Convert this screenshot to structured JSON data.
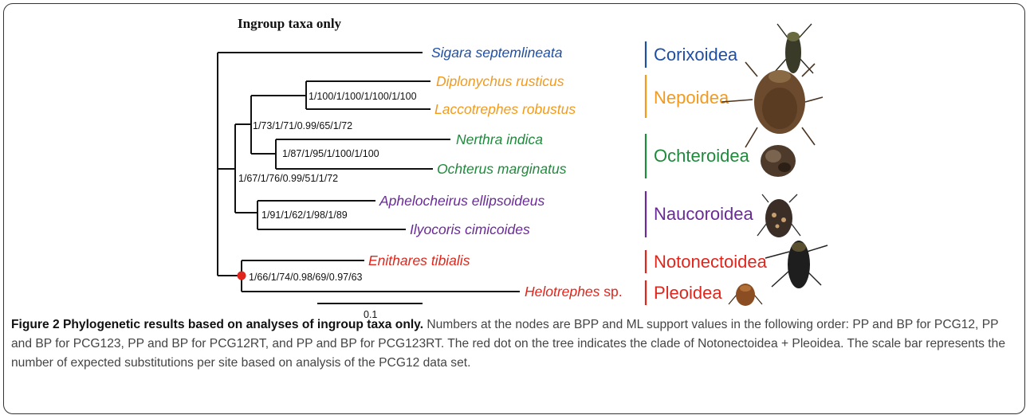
{
  "figure": {
    "panel_title": "Ingroup taxa only",
    "scale_bar_label": "0.1",
    "taxa": [
      {
        "genus": "Sigara",
        "epithet": "septemlineata",
        "color": "#1f4fa3"
      },
      {
        "genus": "Diplonychus",
        "epithet": "rusticus",
        "color": "#f39a1c"
      },
      {
        "genus": "Laccotrephes",
        "epithet": "robustus",
        "color": "#f39a1c"
      },
      {
        "genus": "Nerthra",
        "epithet": "indica",
        "color": "#1f8a3c"
      },
      {
        "genus": "Ochterus",
        "epithet": "marginatus",
        "color": "#1f8a3c"
      },
      {
        "genus": "Aphelocheirus",
        "epithet": "ellipsoideus",
        "color": "#6a2a97"
      },
      {
        "genus": "Ilyocoris",
        "epithet": "cimicoides",
        "color": "#6a2a97"
      },
      {
        "genus": "Enithares",
        "epithet": "tibialis",
        "color": "#e0261c"
      },
      {
        "genus": "Helotrephes",
        "epithet": "sp.",
        "color": "#e0261c"
      }
    ],
    "support_values": [
      "1/100/1/100/1/100/1/100",
      "1/73/1/71/0.99/65/1/72",
      "1/87/1/95/1/100/1/100",
      "1/67/1/76/0.99/51/1/72",
      "1/91/1/62/1/98/1/89",
      "1/66/1/74/0.98/69/0.97/63"
    ],
    "clades": [
      {
        "name": "Corixoidea",
        "color": "#1f4fa3"
      },
      {
        "name": "Nepoidea",
        "color": "#f39a1c"
      },
      {
        "name": "Ochteroidea",
        "color": "#1f8a3c"
      },
      {
        "name": "Naucoroidea",
        "color": "#6a2a97"
      },
      {
        "name": "Notonectoidea",
        "color": "#e0261c"
      },
      {
        "name": "Pleoidea",
        "color": "#e0261c"
      }
    ],
    "highlight_node_color": "#e0261c"
  },
  "caption": {
    "label": "Figure 2 Phylogenetic results based on analyses of ingroup taxa only.",
    "text": "Numbers at the nodes are BPP and ML support values in the following order: PP and BP for PCG12, PP and BP for PCG123, PP and BP for PCG12RT, and PP and BP for PCG123RT. The red dot on the tree indicates the clade of Notonectoidea + Pleoidea. The scale bar represents the number of expected substitutions per site based on analysis of the PCG12 data set."
  }
}
